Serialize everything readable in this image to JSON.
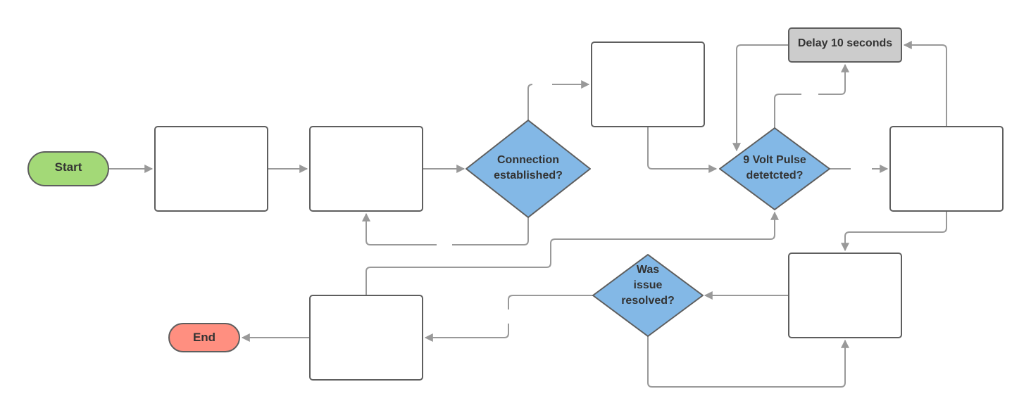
{
  "nodes": {
    "start": {
      "label": "Start",
      "color": "#a3d977"
    },
    "end": {
      "label": "End",
      "color": "#ff8f80"
    },
    "decision_connection": {
      "lines": [
        "Connection",
        "established?"
      ],
      "color": "#83b8e6"
    },
    "decision_pulse": {
      "lines": [
        "9 Volt Pulse",
        "detetcted?"
      ],
      "color": "#83b8e6"
    },
    "decision_resolved": {
      "lines": [
        "Was",
        "issue",
        "resolved?"
      ],
      "color": "#83b8e6"
    },
    "delay": {
      "label": "Delay 10 seconds",
      "color": "#cccccc"
    },
    "process_1": {
      "label": ""
    },
    "process_2": {
      "label": ""
    },
    "process_3": {
      "label": ""
    },
    "process_4": {
      "label": ""
    },
    "process_5": {
      "label": ""
    },
    "process_6": {
      "label": ""
    }
  },
  "colors": {
    "connector": "#999999",
    "outline": "#5e5e5e"
  }
}
